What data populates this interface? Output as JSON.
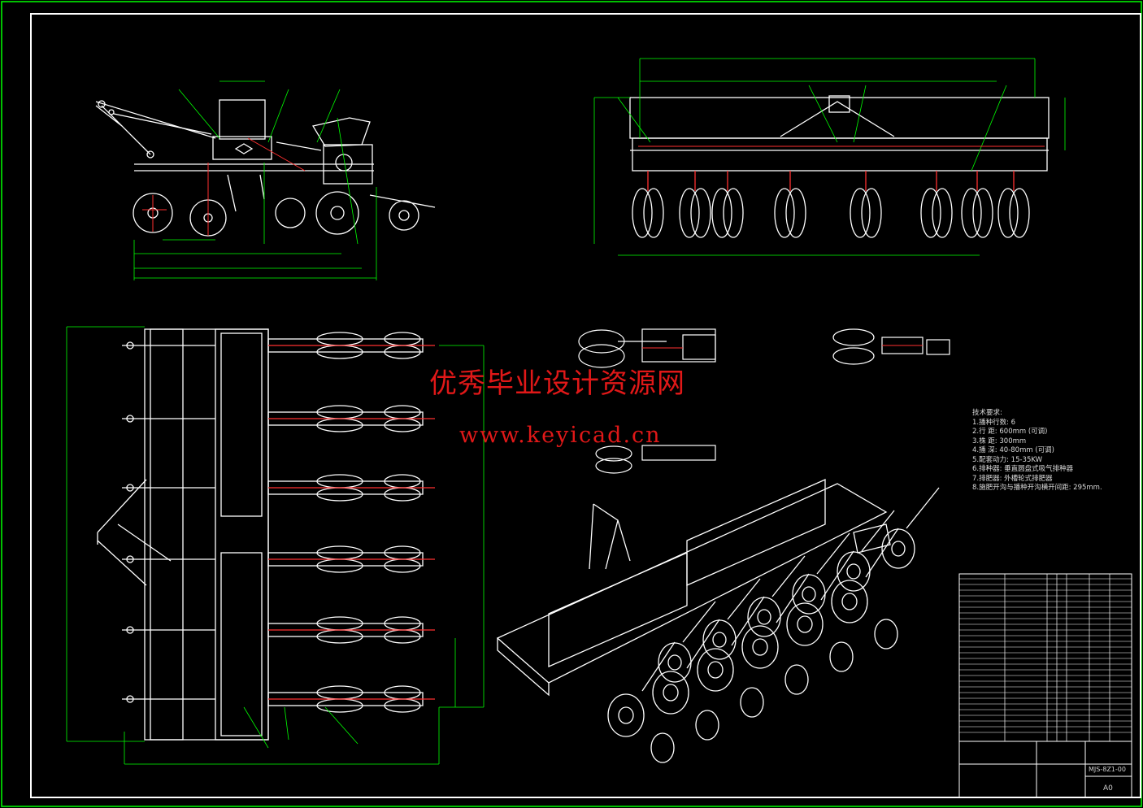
{
  "watermark": {
    "title": "优秀毕业设计资源网",
    "url": "www.keyicad.cn"
  },
  "tech_requirements": {
    "heading": "技术要求:",
    "items": [
      "1.播种行数: 6",
      "2.行    距: 600mm (可调)",
      "3.株    距: 300mm",
      "4.播    深: 40-80mm (可调)",
      "5.配套动力: 15-35KW",
      "6.排种器: 垂直圆盘式吸气排种器",
      "7.排肥器: 外槽轮式排肥器",
      "8.施肥开沟与播种开沟横开间距: 295mm."
    ]
  },
  "title_block": {
    "drawing_number": "MJS-8Z1-00",
    "sheet_size": "A0"
  },
  "colors": {
    "background": "#000000",
    "frame": "#ffffff",
    "border_outer": "#00ff00",
    "dimension": "#00ff00",
    "linework": "#ffffff",
    "centerline": "#ff3030",
    "watermark": "#e01818"
  }
}
